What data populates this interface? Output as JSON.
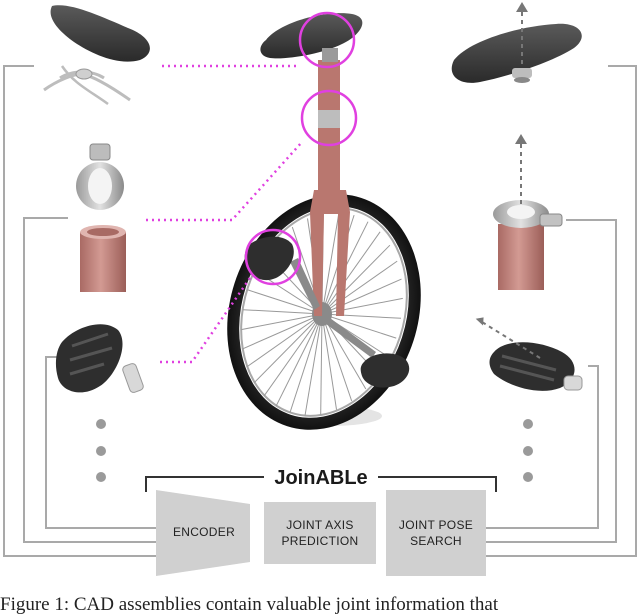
{
  "diagram": {
    "title": "JoinABLe",
    "stages": [
      {
        "id": "encoder",
        "label_lines": [
          "ENCODER"
        ]
      },
      {
        "id": "axis",
        "label_lines": [
          "JOINT AXIS",
          "PREDICTION"
        ]
      },
      {
        "id": "pose",
        "label_lines": [
          "JOINT POSE",
          "SEARCH"
        ]
      }
    ],
    "caption": "Figure 1: CAD assemblies contain valuable joint information that"
  },
  "colors": {
    "frame": "#a9a9a9",
    "highlight": "#e040e0",
    "box": "#d0d0d0",
    "part_dark": "#3a3a3a",
    "part_pink": "#c98a84",
    "part_grey": "#c8c8c8"
  }
}
